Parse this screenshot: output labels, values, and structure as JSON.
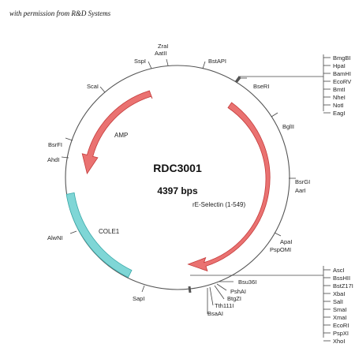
{
  "credit": "with permission from R&D Systems",
  "plasmid": {
    "name": "RDC3001",
    "size": "4397 bps"
  },
  "features": {
    "amp": "AMP",
    "cole1": "COLE1",
    "insert": "rE-Selectin (1-549)"
  },
  "sites": {
    "zrai": "ZraI",
    "aatii": "AatII",
    "sspi": "SspI",
    "bstapi": "BstAPI",
    "bseri": "BseRI",
    "scai": "ScaI",
    "bglii": "BglII",
    "bsrfi": "BsrFI",
    "ahdi": "AhdI",
    "bsrgi": "BsrGI",
    "aari": "AarI",
    "apai": "ApaI",
    "pspomi": "PspOMI",
    "alwni": "AlwNI",
    "sapi": "SapI",
    "bsu36i": "Bsu36I",
    "pshai": "PshAI",
    "btgzi": "BtgZI",
    "tth111i": "Tth111I",
    "bsaai": "BsaAI"
  },
  "mcs_top": [
    "BmgBI",
    "HpaI",
    "BamHI",
    "EcoRV",
    "BmtI",
    "NheI",
    "NotI",
    "EagI"
  ],
  "mcs_bottom": [
    "AscI",
    "BssHII",
    "BstZ17I",
    "XbaI",
    "SalI",
    "SmaI",
    "XmaI",
    "EcoRI",
    "PspXI",
    "XhoI"
  ],
  "colors": {
    "backbone": "#555555",
    "amp_fill": "#ea7271",
    "amp_stroke": "#c43b3b",
    "cole1_fill": "#7fd6d6",
    "cole1_stroke": "#3aa9a9"
  }
}
